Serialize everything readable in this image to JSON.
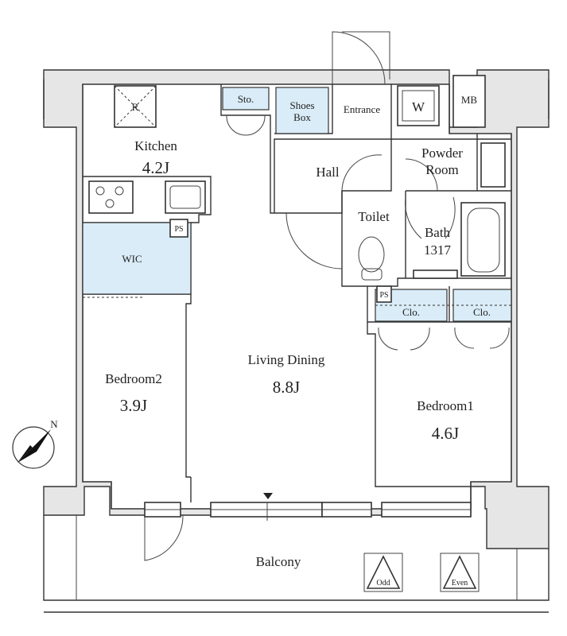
{
  "plan": {
    "rooms": {
      "kitchen": {
        "name": "Kitchen",
        "size": "4.2J"
      },
      "living": {
        "name": "Living Dining",
        "size": "8.8J"
      },
      "bedroom1": {
        "name": "Bedroom1",
        "size": "4.6J"
      },
      "bedroom2": {
        "name": "Bedroom2",
        "size": "3.9J"
      },
      "hall": {
        "name": "Hall"
      },
      "toilet": {
        "name": "Toilet"
      },
      "entrance": {
        "name": "Entrance"
      },
      "bath": {
        "name": "Bath",
        "size": "1317"
      },
      "powder": {
        "line1": "Powder",
        "line2": "Room"
      },
      "wic": {
        "name": "WIC"
      },
      "balcony": {
        "name": "Balcony"
      }
    },
    "storage": {
      "sto": "Sto.",
      "shoes1": "Shoes",
      "shoes2": "Box",
      "clo_left": "Clo.",
      "clo_right": "Clo.",
      "mb": "MB",
      "washer": "W",
      "ps_kitchen": "PS",
      "ps_toilet": "PS",
      "fridge": "R"
    },
    "outdoor": {
      "odd": "Odd",
      "even": "Even"
    },
    "compass": {
      "north": "N"
    }
  }
}
